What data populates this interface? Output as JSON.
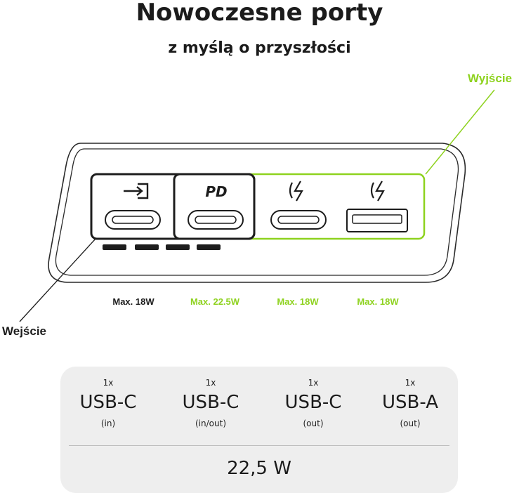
{
  "title": "Nowoczesne porty",
  "subtitle": "z myślą o przyszłości",
  "labels": {
    "output": "Wyjście",
    "input": "Wejście"
  },
  "colors": {
    "accent": "#8ed21f",
    "dark": "#1d1d1d",
    "panel": "#eeeeee"
  },
  "port_icons": [
    "input-arrow-icon",
    "pd-icon",
    "fast-charge-icon",
    "fast-charge-icon"
  ],
  "pd_label": "PD",
  "ports_wattage": [
    {
      "text": "Max. 18W",
      "color": "#1d1d1d"
    },
    {
      "text": "Max. 22.5W",
      "color": "#8ed21f"
    },
    {
      "text": "Max. 18W",
      "color": "#8ed21f"
    },
    {
      "text": "Max. 18W",
      "color": "#8ed21f"
    }
  ],
  "ports_table": [
    {
      "count": "1x",
      "type": "USB-C",
      "direction": "(in)"
    },
    {
      "count": "1x",
      "type": "USB-C",
      "direction": "(in/out)"
    },
    {
      "count": "1x",
      "type": "USB-C",
      "direction": "(out)"
    },
    {
      "count": "1x",
      "type": "USB-A",
      "direction": "(out)"
    }
  ],
  "total_power": "22,5 W"
}
